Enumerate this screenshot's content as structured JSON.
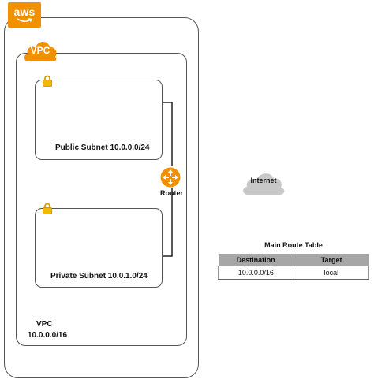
{
  "aws": {
    "logo_text": "aws",
    "brand_color": "#f29100"
  },
  "vpc": {
    "badge_text": "VPC",
    "badge_color": "#f29100",
    "label": "VPC",
    "cidr": "10.0.0.0/16"
  },
  "subnets": {
    "public": {
      "label": "Public Subnet 10.0.0.0/24",
      "icon": "lock-icon"
    },
    "private": {
      "label": "Private Subnet 10.0.1.0/24",
      "icon": "lock-icon"
    }
  },
  "router": {
    "label": "Router",
    "icon": "router-icon",
    "color": "#f29100"
  },
  "internet": {
    "label": "Internet",
    "icon": "cloud-icon",
    "color": "#c8c8c8"
  },
  "route_table": {
    "title": "Main Route Table",
    "headers": [
      "Destination",
      "Target"
    ],
    "rows": [
      {
        "destination": "10.0.0.0/16",
        "target": "local"
      }
    ]
  }
}
